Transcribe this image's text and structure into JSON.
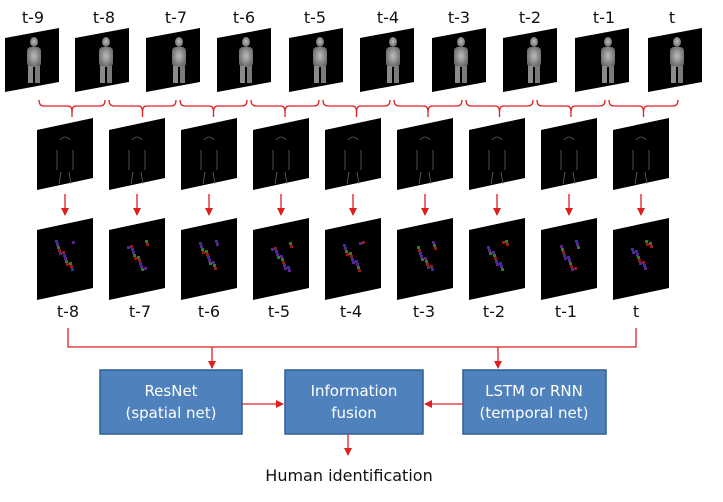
{
  "top_row_labels": [
    "t-9",
    "t-8",
    "t-7",
    "t-6",
    "t-5",
    "t-4",
    "t-3",
    "t-2",
    "t-1",
    "t"
  ],
  "bottom_row_labels": [
    "t-8",
    "t-7",
    "t-6",
    "t-5",
    "t-4",
    "t-3",
    "t-2",
    "t-1",
    "t"
  ],
  "boxes": {
    "resnet": {
      "line1": "ResNet",
      "line2": "(spatial  net)"
    },
    "fusion": {
      "line1": "Information",
      "line2": "fusion"
    },
    "lstm": {
      "line1": "LSTM or RNN",
      "line2": "(temporal net)"
    }
  },
  "output_label": "Human identification",
  "colors": {
    "arrow": "#e02020",
    "box_fill": "#4f81bd",
    "box_stroke": "#2f5f95",
    "frame_bg": "#000000"
  }
}
